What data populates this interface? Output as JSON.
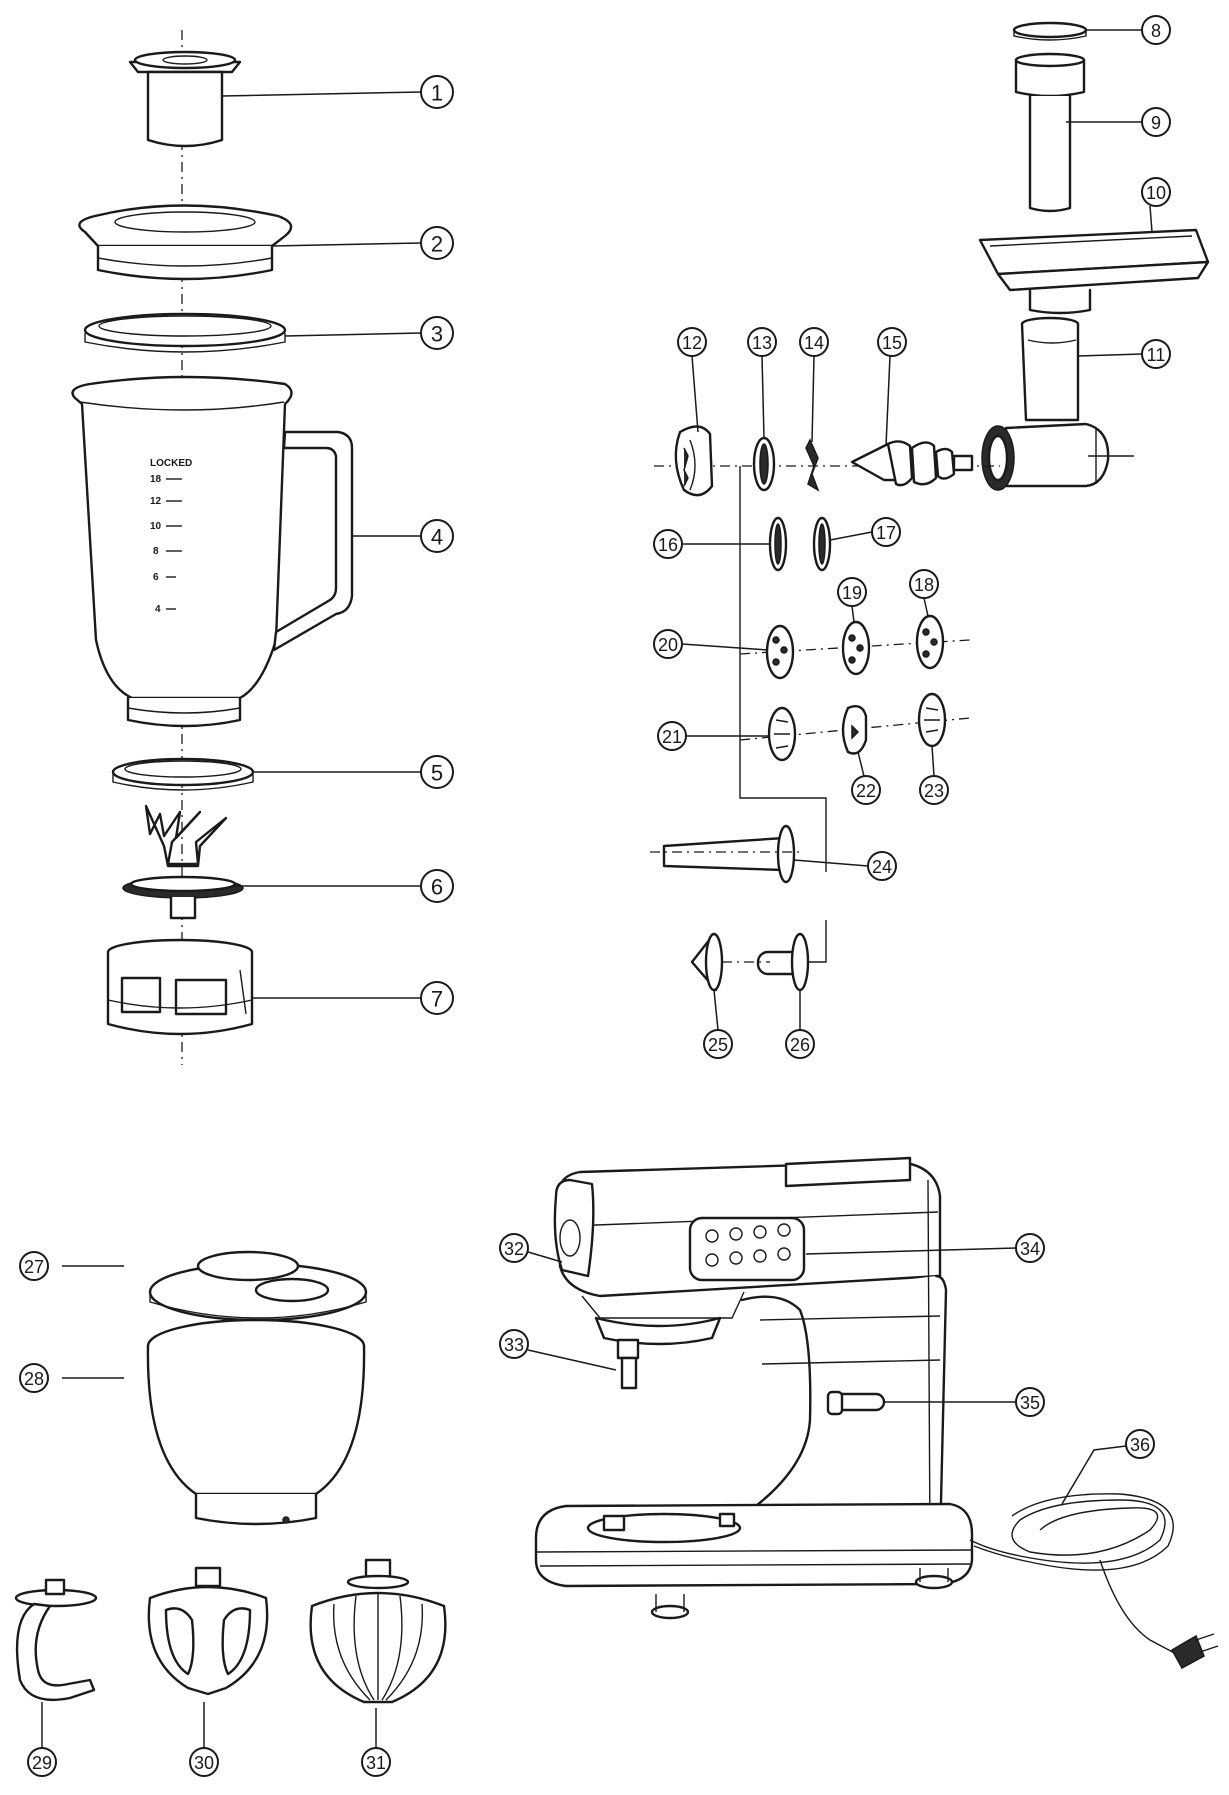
{
  "diagram": {
    "jar_scale": {
      "header": "LOCKED",
      "marks": [
        "18",
        "12",
        "10",
        "8",
        "6",
        "4"
      ]
    },
    "callouts": [
      "1",
      "2",
      "3",
      "4",
      "5",
      "6",
      "7",
      "8",
      "9",
      "10",
      "11",
      "12",
      "13",
      "14",
      "15",
      "16",
      "17",
      "18",
      "19",
      "20",
      "21",
      "22",
      "23",
      "24",
      "25",
      "26",
      "27",
      "28",
      "29",
      "30",
      "31",
      "32",
      "33",
      "34",
      "35",
      "36"
    ]
  }
}
